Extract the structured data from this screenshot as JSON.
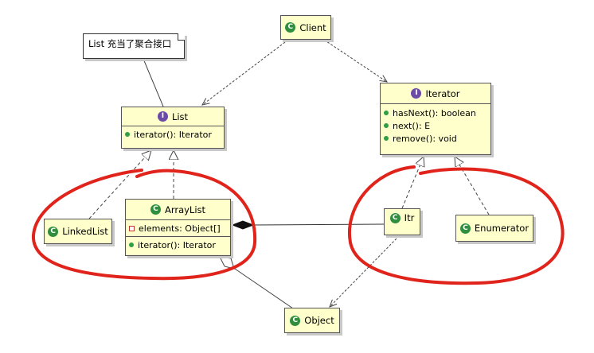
{
  "note": {
    "text": "List 充当了聚合接口"
  },
  "classes": {
    "client": {
      "name": "Client",
      "kind": "class"
    },
    "list": {
      "name": "List",
      "kind": "interface",
      "methods": [
        "iterator(): Iterator"
      ]
    },
    "iterator": {
      "name": "Iterator",
      "kind": "interface",
      "methods": [
        "hasNext(): boolean",
        "next(): E",
        "remove(): void"
      ]
    },
    "linkedlist": {
      "name": "LinkedList",
      "kind": "class"
    },
    "arraylist": {
      "name": "ArrayList",
      "kind": "class",
      "fields": [
        "elements: Object[]"
      ],
      "methods": [
        "iterator(): Iterator"
      ]
    },
    "itr": {
      "name": "Itr",
      "kind": "class"
    },
    "enumerator": {
      "name": "Enumerator",
      "kind": "class"
    },
    "object": {
      "name": "Object",
      "kind": "class"
    }
  },
  "icons": {
    "class": "C",
    "interface": "I"
  },
  "colors": {
    "class_fill": "#ffffcc",
    "annotation_red": "#e0241b",
    "class_icon": "#2f8f3f",
    "interface_icon": "#6b4aa8"
  }
}
